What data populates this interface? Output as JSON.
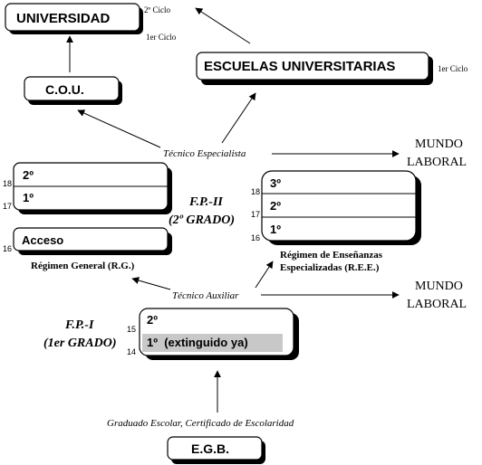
{
  "nodes": {
    "universidad": {
      "label": "UNIVERSIDAD",
      "ciclo_top": "2º Ciclo",
      "ciclo_bottom": "1er Ciclo"
    },
    "escuelas": {
      "label": "ESCUELAS UNIVERSITARIAS",
      "ciclo": "1er Ciclo"
    },
    "cou": {
      "label": "C.O.U."
    },
    "egb": {
      "label": "E.G.B."
    }
  },
  "regimen_general": {
    "rows": [
      {
        "label": "2º",
        "age": "18"
      },
      {
        "label": "1º",
        "age": "17"
      }
    ],
    "acceso": {
      "label": "Acceso",
      "age": "16"
    },
    "caption": "Régimen General (R.G.)"
  },
  "fp2": {
    "title_line1": "F.P.-II",
    "title_line2": "(2º GRADO)",
    "rows": [
      {
        "label": "3º",
        "age": "18"
      },
      {
        "label": "2º",
        "age": "17"
      },
      {
        "label": "1º",
        "age": "16"
      }
    ],
    "caption_line1": "Régimen de Enseñanzas",
    "caption_line2": "Especializadas (R.E.E.)"
  },
  "fp1": {
    "title_line1": "F.P.-I",
    "title_line2": "(1er GRADO)",
    "rows": [
      {
        "label": "2º",
        "age": "15"
      },
      {
        "label": "1º  (extinguido ya)",
        "age": "14"
      }
    ]
  },
  "labels": {
    "tecnico_especialista": "Técnico Especialista",
    "tecnico_auxiliar": "Técnico Auxiliar",
    "graduado": "Graduado Escolar, Certificado de Escolaridad",
    "mundo_laboral_1_line1": "MUNDO",
    "mundo_laboral_1_line2": "LABORAL",
    "mundo_laboral_2_line1": "MUNDO",
    "mundo_laboral_2_line2": "LABORAL"
  },
  "colors": {
    "line": "#000000",
    "fill": "#ffffff",
    "shadow": "#000000",
    "extinct": "#c8c8c8"
  }
}
